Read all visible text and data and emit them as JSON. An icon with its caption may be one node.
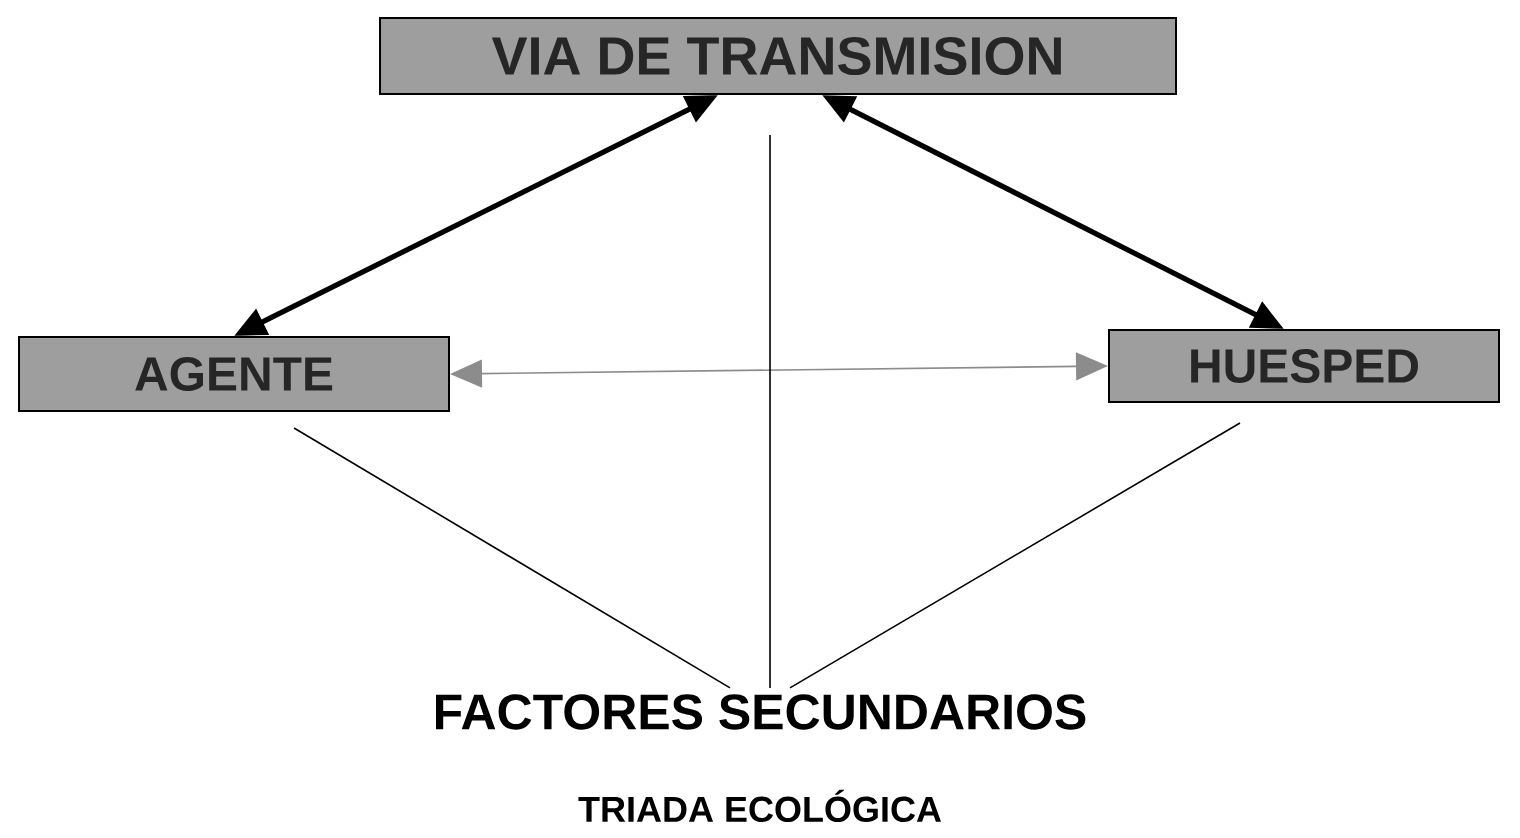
{
  "diagram": {
    "caption": "TRIADA ECOLÓGICA",
    "nodes": [
      {
        "text": [
          "VIA DE TRANSMISION"
        ]
      },
      {
        "text": [
          "AGENTE"
        ]
      },
      {
        "text": [
          "HUESPED"
        ]
      },
      {
        "text": [
          "FACTORES SECUNDARIOS"
        ]
      }
    ],
    "edges": [
      {
        "from": 1,
        "to": 0,
        "arrow": "both",
        "style": "thick"
      },
      {
        "from": 0,
        "to": 2,
        "arrow": "both",
        "style": "thick"
      },
      {
        "from": 1,
        "to": 2,
        "arrow": "both",
        "color": "#8c8c8c"
      },
      {
        "from": 3,
        "to": 1,
        "arrow": "none"
      },
      {
        "from": 3,
        "to": 0,
        "arrow": "none"
      },
      {
        "from": 3,
        "to": 2,
        "arrow": "none"
      }
    ]
  }
}
